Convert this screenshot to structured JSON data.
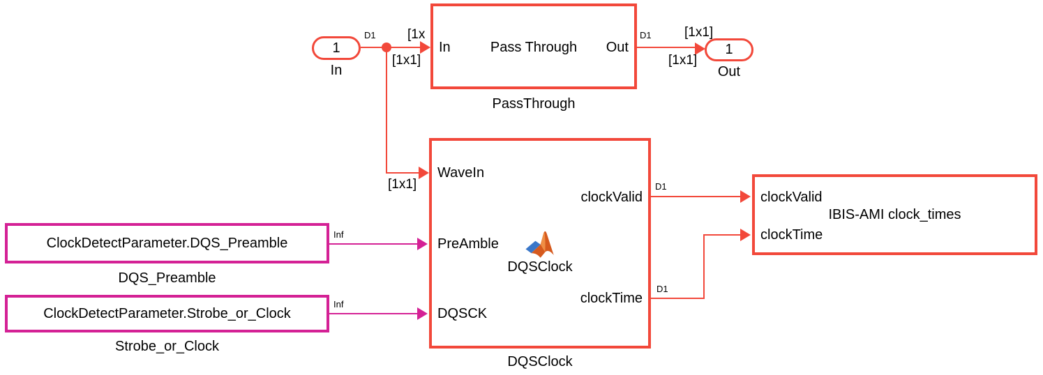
{
  "colors": {
    "highlight_red": "#F2483A",
    "parameter_magenta": "#D42195",
    "text": "#000000",
    "background": "#FFFFFF"
  },
  "inport": {
    "value": "1",
    "name": "In"
  },
  "outport": {
    "value": "1",
    "name": "Out"
  },
  "passthrough": {
    "port_in": "In",
    "title": "Pass Through",
    "port_out": "Out",
    "name": "PassThrough"
  },
  "dqsclock": {
    "port_wavein": "WaveIn",
    "port_preamble": "PreAmble",
    "port_dqsck": "DQSCK",
    "port_clockvalid": "clockValid",
    "port_clocktime": "clockTime",
    "icon": "matlab-function-icon",
    "title": "DQSClock",
    "name": "DQSClock"
  },
  "ibisami": {
    "port_clockvalid": "clockValid",
    "port_clocktime": "clockTime",
    "title": "IBIS-AMI clock_times"
  },
  "const_preamble": {
    "value": "ClockDetectParameter.DQS_Preamble",
    "name": "DQS_Preamble"
  },
  "const_strobe": {
    "value": "ClockDetectParameter.Strobe_or_Clock",
    "name": "Strobe_or_Clock"
  },
  "annotations": {
    "d1_in": "D1",
    "dim_in_top": "[1x",
    "dim_in_bottom": "[1x1]",
    "dim_wavein": "[1x1]",
    "d1_out": "D1",
    "dim_out_top": "[1x1]",
    "dim_out_bottom": "[1x1]",
    "inf_preamble": "Inf",
    "inf_dqsck": "Inf",
    "d1_clockvalid": "D1",
    "d1_clocktime": "D1"
  }
}
